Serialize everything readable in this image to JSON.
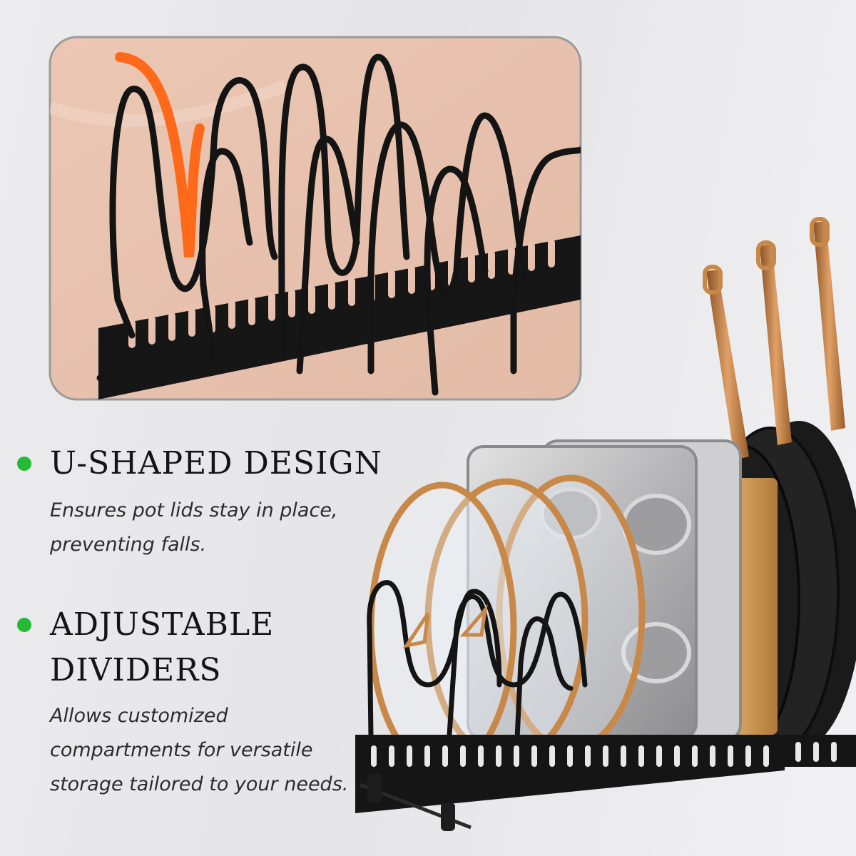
{
  "features": [
    {
      "heading": "U-SHAPED DESIGN",
      "description_lines": [
        "Ensures pot lids stay in place,",
        "preventing falls."
      ]
    },
    {
      "heading_lines": [
        "ADJUSTABLE",
        "DIVIDERS"
      ],
      "description_lines": [
        "Allows customized",
        "compartments for versatile",
        "storage tailored to your needs."
      ]
    }
  ],
  "colors": {
    "bullet": "#22bb33",
    "highlight_arrow": "#ff6a1a",
    "inset_background": "#e7c0ad",
    "rack": "#141414",
    "copper": "#c78848"
  }
}
